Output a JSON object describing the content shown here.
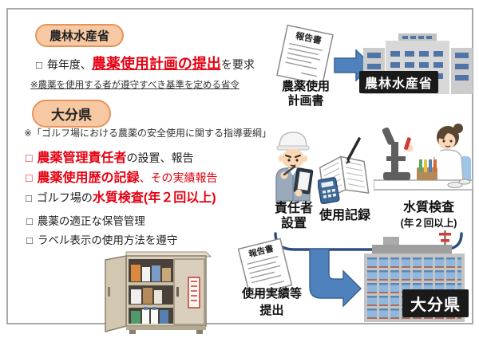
{
  "colors": {
    "accent_red": "#e60012",
    "pill_fill": "#f7c9a3",
    "pill_border": "#e8935c",
    "arrow_blue": "#4f81bd",
    "arrow_blue_dark": "#3a6293",
    "brace_navy": "#2e4e7e",
    "label_bg": "#1a1a1a",
    "label_text": "#ffffff",
    "building_gray": "#c4c4c4",
    "window_blue": "#8fb8e0"
  },
  "maff": {
    "title": "農林水産省",
    "bullet": {
      "box": "□",
      "pre": "毎年度、",
      "highlight": "農薬使用計画の提出",
      "post": "を要求"
    },
    "note": "※農薬を使用する者が遵守すべき基準を定める省令",
    "doc_title": "報告書",
    "doc_caption_line1": "農薬使用",
    "doc_caption_line2": "計画書",
    "building_label": "農林水産省"
  },
  "oita": {
    "title": "大分県",
    "note": "※「ゴルフ場における農薬の安全使用に関する指導要綱」",
    "bullets": [
      {
        "box": "□",
        "strong": "農薬管理責任者",
        "rest": "の設置、報告"
      },
      {
        "box": "□",
        "strong": "農薬使用歴の記録",
        "rest": "、その実績報告"
      },
      {
        "box": "□",
        "pre": "ゴルフ場の",
        "strong": "水質検査(年２回以上)"
      },
      {
        "box": "□",
        "text": "農薬の適正な保管管理"
      },
      {
        "box": "□",
        "text": "ラベル表示の使用方法を遵守"
      }
    ],
    "captions": {
      "manager_line1": "責任者",
      "manager_line2": "設置",
      "record": "使用記録",
      "water_line1": "水質検査",
      "water_line2": "(年２回以上)",
      "submit_line1": "使用実績等",
      "submit_line2": "提出"
    },
    "doc_title": "報告書",
    "building_label": "大分県"
  },
  "icons": {
    "report_doc": "report-document-icon",
    "arrow_right": "arrow-right-icon",
    "maff_building": "ministry-building-icon",
    "worker": "site-manager-icon",
    "notebook": "usage-record-icon",
    "scientist": "water-test-icon",
    "cabinet": "pesticide-storage-cabinet-photo",
    "brace": "group-brace",
    "elbow_arrow": "arrow-down-right-icon",
    "oita_building": "prefecture-building-icon"
  }
}
